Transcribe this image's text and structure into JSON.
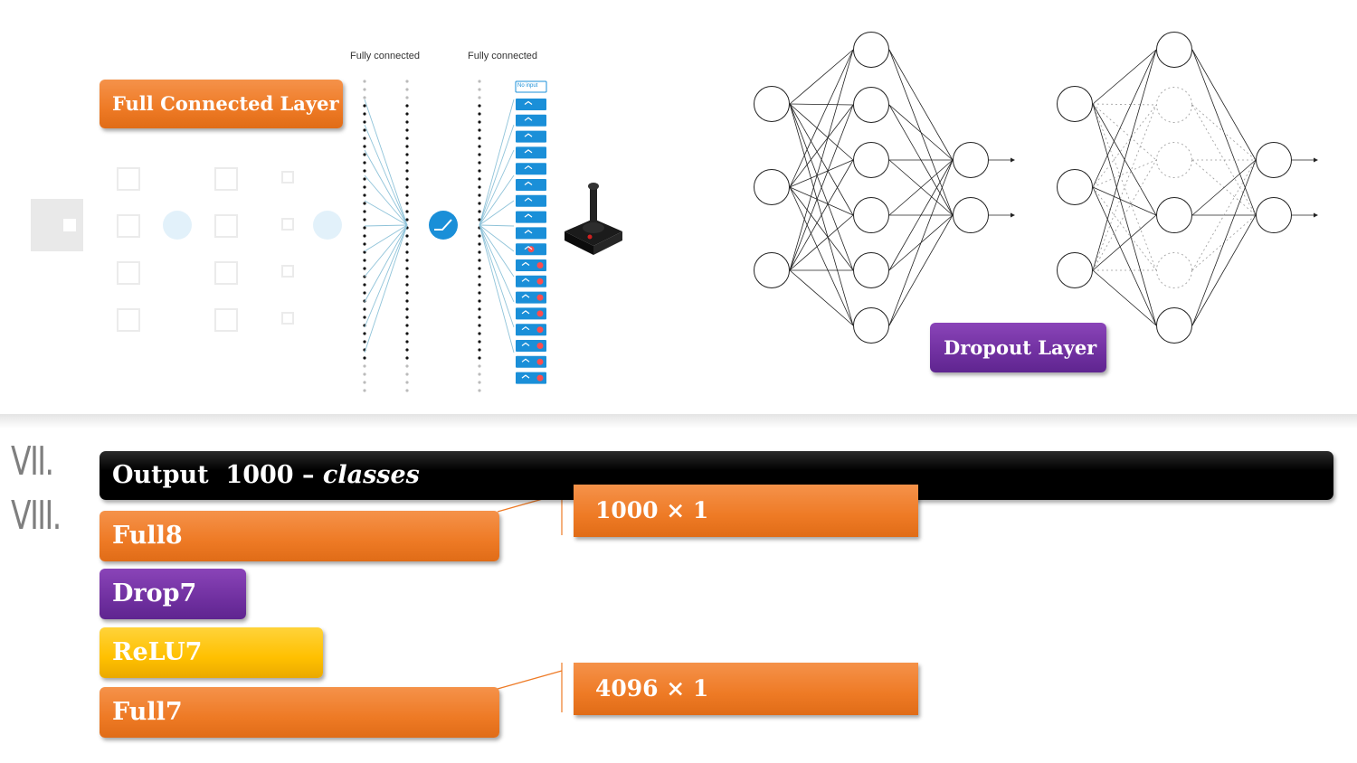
{
  "top": {
    "fc_label_1": "Fully connected",
    "fc_label_2": "Fully connected",
    "full_connected_layer": "Full Connected Layer",
    "dropout_layer": "Dropout Layer",
    "input_label": "No input"
  },
  "roman": [
    "VII.",
    "VIII."
  ],
  "stack": {
    "output": "Output",
    "output_count": "1000",
    "output_dash": "–",
    "output_classes": "classes",
    "full8": "Full8",
    "drop7": "Drop7",
    "relu7": "ReLU7",
    "full7": "Full7"
  },
  "dims": {
    "full8_dim": "1000 × 1",
    "full7_dim": "4096 × 1"
  },
  "colors": {
    "orange": "#ee7a25",
    "purple": "#7030a0",
    "yellow": "#ffc000",
    "black": "#000000",
    "blue_button": "#1a8fd8"
  }
}
